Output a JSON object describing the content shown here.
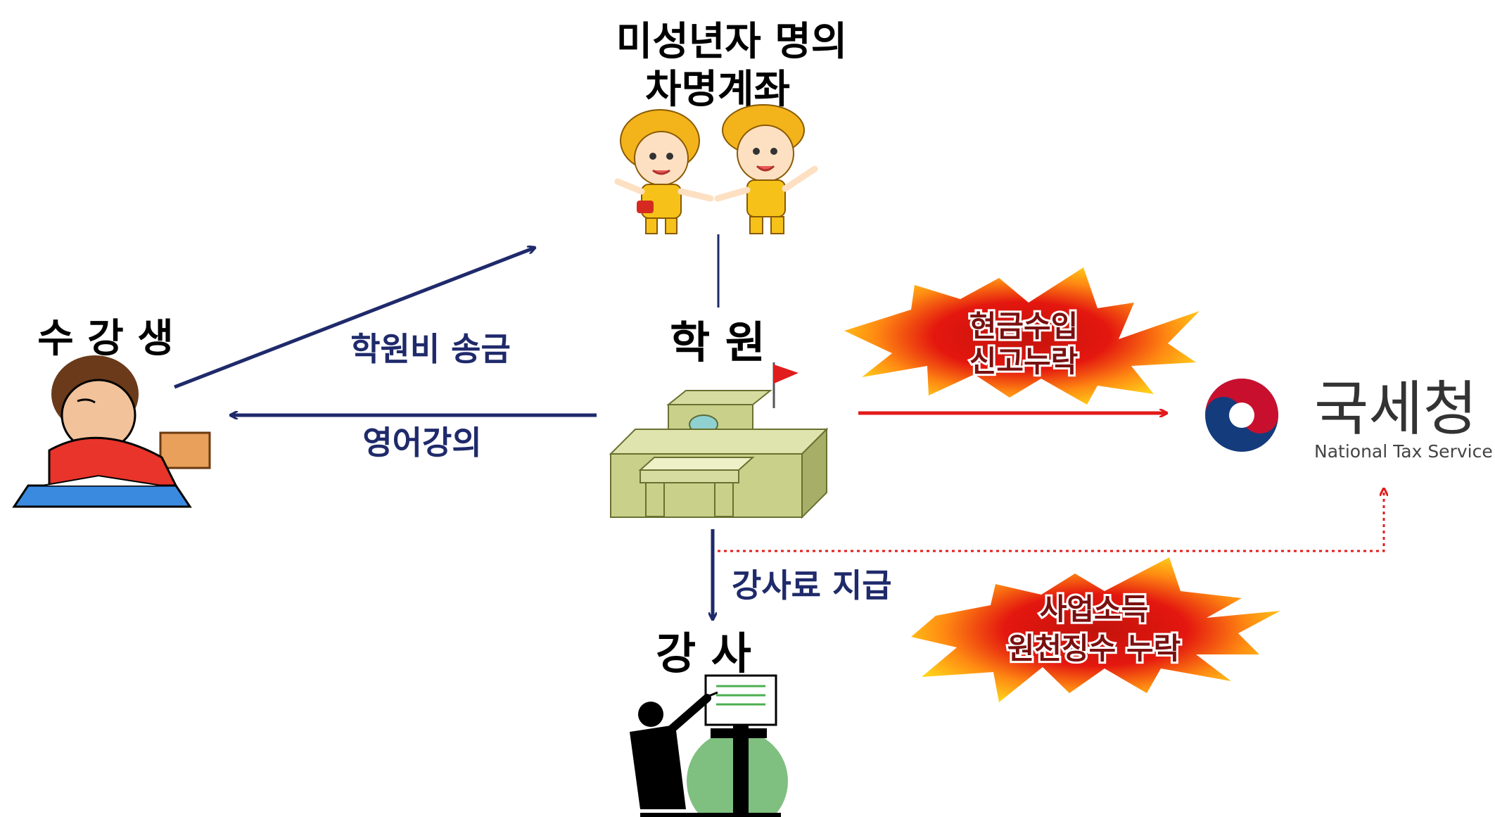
{
  "nodes": {
    "minor_account": {
      "line1": "미성년자 명의",
      "line2": "차명계좌"
    },
    "student": {
      "label": "수 강 생"
    },
    "academy": {
      "label": "학 원"
    },
    "instructor": {
      "label": "강 사"
    },
    "nts": {
      "name_ko": "국세청",
      "name_en": "National Tax Service"
    }
  },
  "edges": {
    "tuition": {
      "label": "학원비 송금"
    },
    "lecture": {
      "label": "영어강의"
    },
    "fee": {
      "label": "강사료 지급"
    }
  },
  "warnings": {
    "cash_income": {
      "line1": "현금수입",
      "line2": "신고누락"
    },
    "withholding": {
      "line1": "사업소득",
      "line2": "원천징수 누락"
    }
  },
  "colors": {
    "navy_arrow": "#1f2a6b",
    "red_arrow": "#e31b1b",
    "burst_yellow": "#ffd21a",
    "burst_red": "#e4170f",
    "nts_red": "#c8102e",
    "nts_navy": "#143c7c"
  }
}
